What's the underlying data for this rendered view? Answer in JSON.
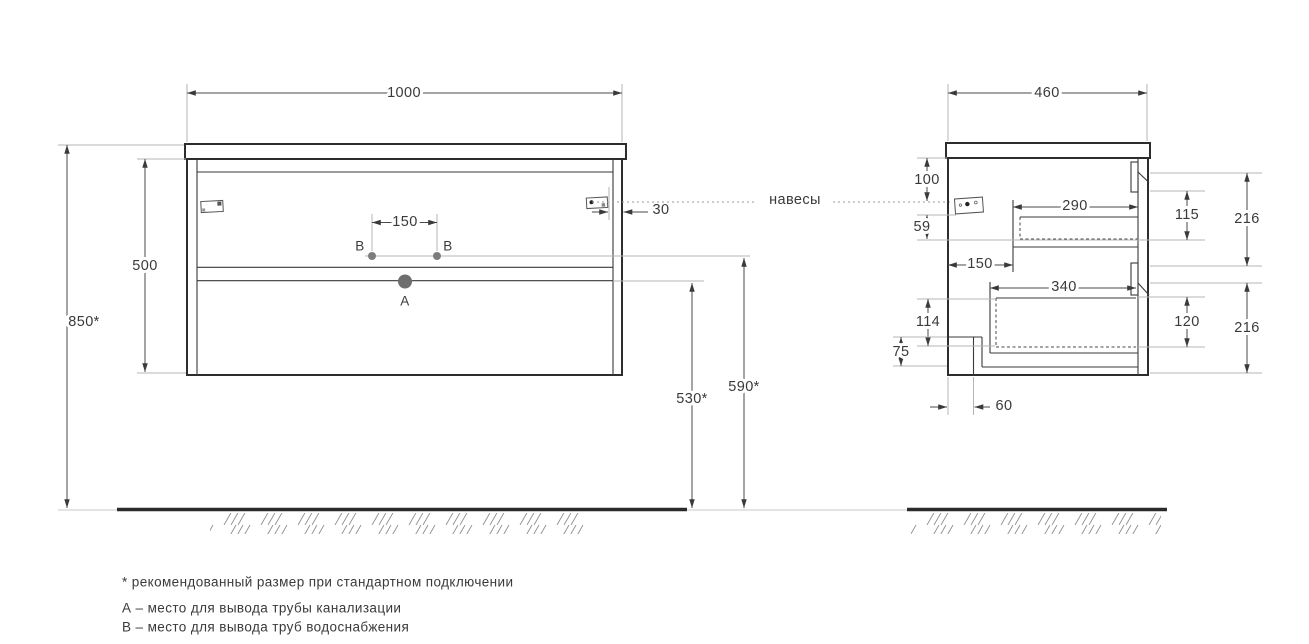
{
  "front": {
    "width": "1000",
    "height": "500",
    "mount_height": "850*",
    "hole_spacing": "150",
    "hanger_offset": "30",
    "drain_outlet_height": "530*",
    "water_outlet_height": "590*",
    "hole_a_label": "А",
    "hole_b_left_label": "В",
    "hole_b_right_label": "В"
  },
  "side": {
    "depth": "460",
    "hanger_top_offset": "100",
    "hanger_gap": "59",
    "drawer_front_inset": "150",
    "top_drawer_depth": "290",
    "top_drawer_height": "115",
    "top_rail_span": "216",
    "bottom_drawer_depth": "340",
    "bottom_drawer_height": "114",
    "bottom_drawer_box_height": "120",
    "bottom_rail_span": "216",
    "plinth_notch_height": "75",
    "plinth_notch_depth": "60"
  },
  "callout": {
    "hangers": "навесы"
  },
  "footnotes": {
    "recommended": "* рекомендованный размер при стандартном подключении",
    "hole_a": "А – место для вывода трубы канализации",
    "hole_b": "В – место для вывода труб водоснабжения"
  },
  "colors": {
    "line": "#2d2d2d",
    "extension": "#b5b5b5",
    "text": "#3a3a3a"
  }
}
